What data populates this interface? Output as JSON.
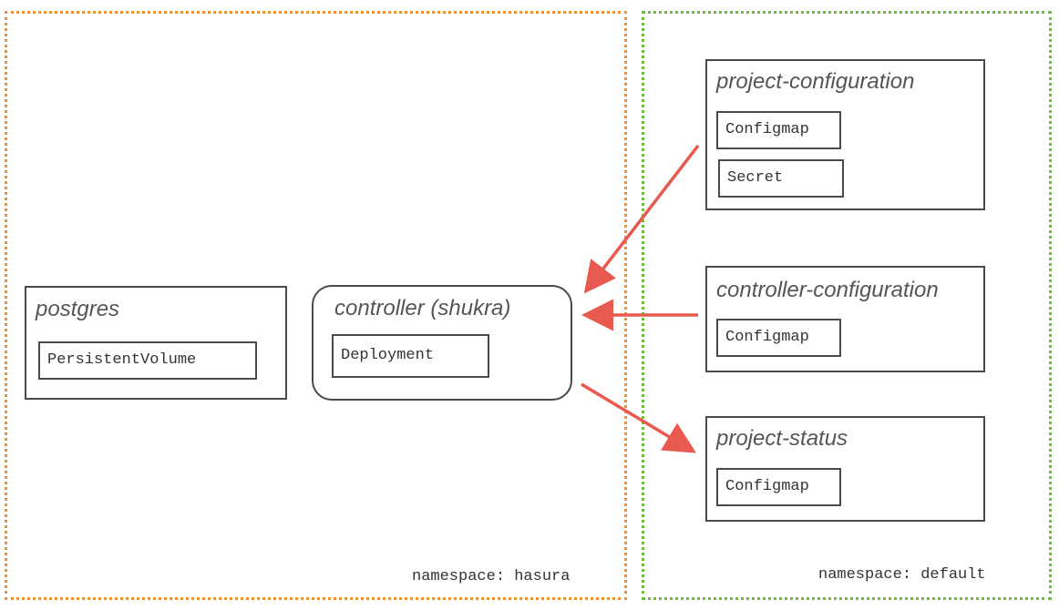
{
  "namespaces": {
    "hasura": {
      "label": "namespace: hasura",
      "color": "#f0922c"
    },
    "default": {
      "label": "namespace: default",
      "color": "#6cbf3a"
    }
  },
  "boxes": {
    "postgres": {
      "title": "postgres",
      "items": [
        "PersistentVolume"
      ]
    },
    "controller": {
      "title": "controller (shukra)",
      "items": [
        "Deployment"
      ]
    },
    "project_configuration": {
      "title": "project-configuration",
      "items": [
        "Configmap",
        "Secret"
      ]
    },
    "controller_configuration": {
      "title": "controller-configuration",
      "items": [
        "Configmap"
      ]
    },
    "project_status": {
      "title": "project-status",
      "items": [
        "Configmap"
      ]
    }
  },
  "arrows": [
    {
      "from": "project-configuration",
      "to": "controller (shukra)"
    },
    {
      "from": "controller-configuration",
      "to": "controller (shukra)"
    },
    {
      "from": "controller (shukra)",
      "to": "project-status"
    }
  ],
  "arrow_color": "#e85a4f"
}
